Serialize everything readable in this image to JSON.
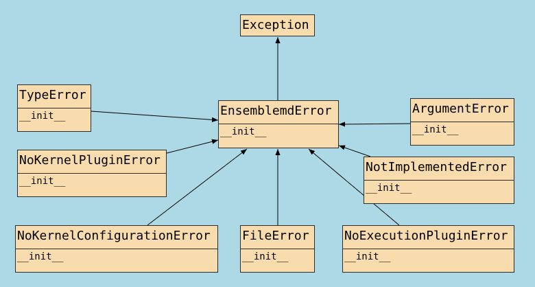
{
  "classes": {
    "exception": {
      "name": "Exception"
    },
    "ensemblemd_error": {
      "name": "EnsemblemdError",
      "method": "__init__"
    },
    "type_error": {
      "name": "TypeError",
      "method": "__init__"
    },
    "no_kernel_plugin_error": {
      "name": "NoKernelPluginError",
      "method": "__init__"
    },
    "argument_error": {
      "name": "ArgumentError",
      "method": "__init__"
    },
    "not_implemented_error": {
      "name": "NotImplementedError",
      "method": "__init__"
    },
    "no_kernel_configuration_error": {
      "name": "NoKernelConfigurationError",
      "method": "__init__"
    },
    "file_error": {
      "name": "FileError",
      "method": "__init__"
    },
    "no_execution_plugin_error": {
      "name": "NoExecutionPluginError",
      "method": "__init__"
    }
  },
  "colors": {
    "background": "#add8e6",
    "class_fill": "#f8dcad",
    "border": "#2b2b2b",
    "edge": "#000000"
  }
}
